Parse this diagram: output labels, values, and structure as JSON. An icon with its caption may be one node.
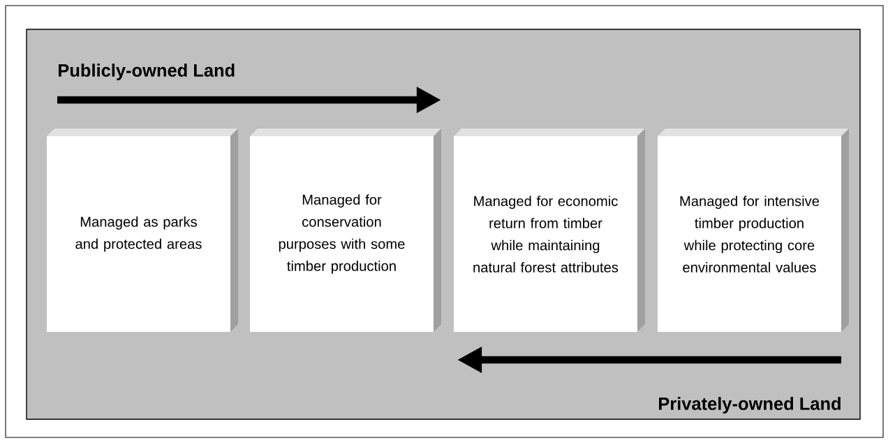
{
  "diagram": {
    "nodes": [
      {
        "text": [
          "Managed as parks and protected areas"
        ]
      },
      {
        "text": [
          "Managed for conservation purposes with some timber production"
        ]
      },
      {
        "text": [
          "Managed for economic return from timber while maintaining natural forest attributes"
        ]
      },
      {
        "text": [
          "Managed for intensive timber production while protecting core environmental values"
        ]
      }
    ],
    "labels": [
      "Publicly-owned Land",
      "Privately-owned Land"
    ]
  }
}
